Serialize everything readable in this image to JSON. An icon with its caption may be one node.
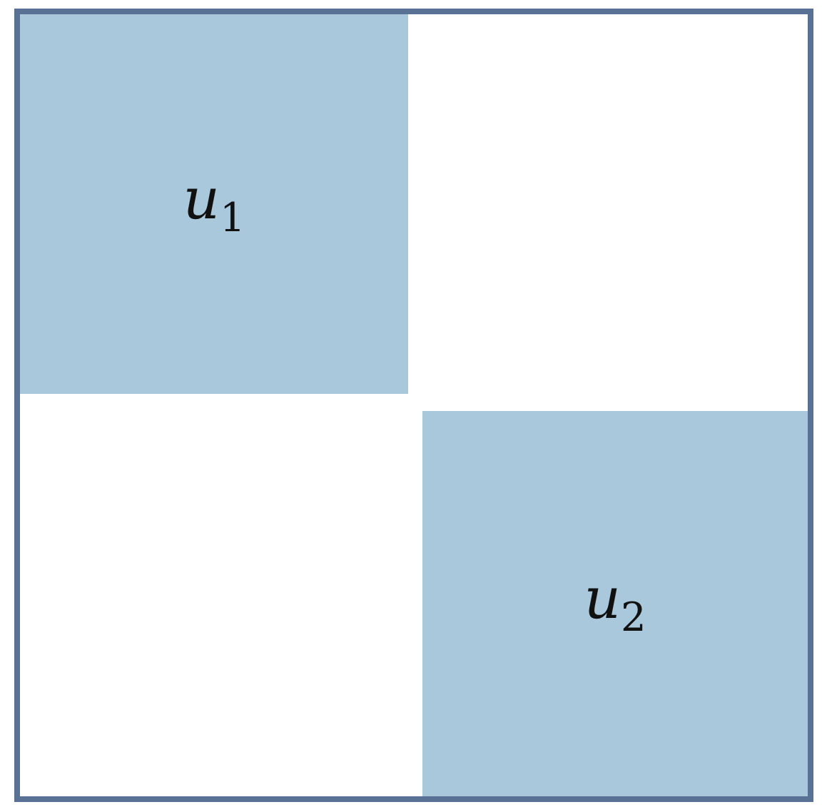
{
  "diagram": {
    "nodes": [
      {
        "text": [],
        "shape": "box"
      },
      {
        "text": [
          "*u*$_{1}$"
        ],
        "in": 0
      },
      {
        "text": [
          "*u*$_{2}$"
        ],
        "in": 0
      }
    ]
  }
}
